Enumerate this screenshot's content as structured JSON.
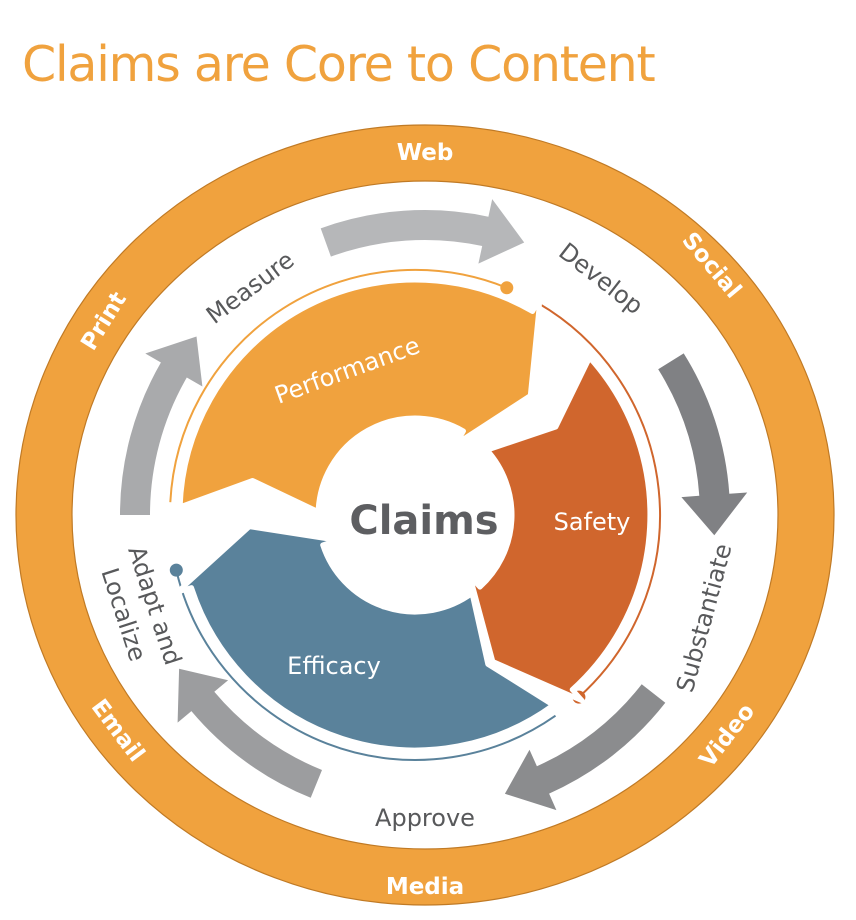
{
  "title": "Claims are Core to Content",
  "center": {
    "label": "Claims"
  },
  "channels": [
    {
      "id": "web",
      "label": "Web"
    },
    {
      "id": "social",
      "label": "Social"
    },
    {
      "id": "video",
      "label": "Video"
    },
    {
      "id": "media",
      "label": "Media"
    },
    {
      "id": "email",
      "label": "Email"
    },
    {
      "id": "print",
      "label": "Print"
    }
  ],
  "process_steps": [
    {
      "id": "develop",
      "label": "Develop"
    },
    {
      "id": "substantiate",
      "label": "Substantiate"
    },
    {
      "id": "approve",
      "label": "Approve"
    },
    {
      "id": "adapt",
      "label_line1": "Adapt and",
      "label_line2": "Localize"
    },
    {
      "id": "measure",
      "label": "Measure"
    }
  ],
  "segments": [
    {
      "id": "performance",
      "label": "Performance",
      "color": "#f0a23e"
    },
    {
      "id": "safety",
      "label": "Safety",
      "color": "#d0662d"
    },
    {
      "id": "efficacy",
      "label": "Efficacy",
      "color": "#5a829b"
    }
  ],
  "colors": {
    "title": "#f0a23e",
    "outer_ring": "#f0a23e",
    "outer_ring_edge": "#c07a25",
    "step_text": "#58595b",
    "center_text": "#5d5e61",
    "arrow_top": "#b6b7b9",
    "arrow_right": "#808184",
    "arrow_bottom_right": "#8b8c8e",
    "arrow_bottom_left": "#9c9d9f",
    "arrow_left": "#a9aaac"
  }
}
